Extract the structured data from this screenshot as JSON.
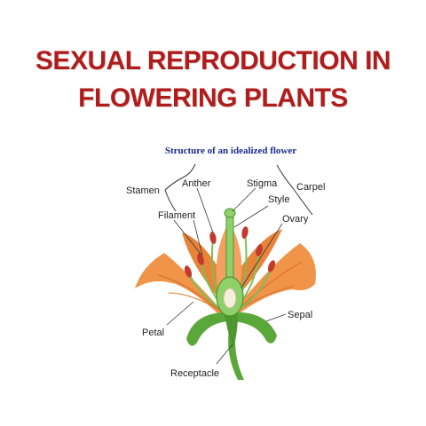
{
  "title": {
    "line1": "SEXUAL REPRODUCTION IN",
    "line2": "FLOWERING PLANTS"
  },
  "diagram": {
    "caption": "Structure of an idealized flower",
    "labels": {
      "stamen": "Stamen",
      "anther": "Anther",
      "filament": "Filament",
      "stigma": "Stigma",
      "style": "Style",
      "carpel": "Carpel",
      "ovary": "Ovary",
      "petal": "Petal",
      "sepal": "Sepal",
      "receptacle": "Receptacle"
    },
    "colors": {
      "title": "#b01c1c",
      "caption": "#1a2a8c",
      "petal": "#f0944a",
      "petal_dark": "#d8742c",
      "green": "#5ba83a",
      "anther": "#c23a2a"
    }
  }
}
